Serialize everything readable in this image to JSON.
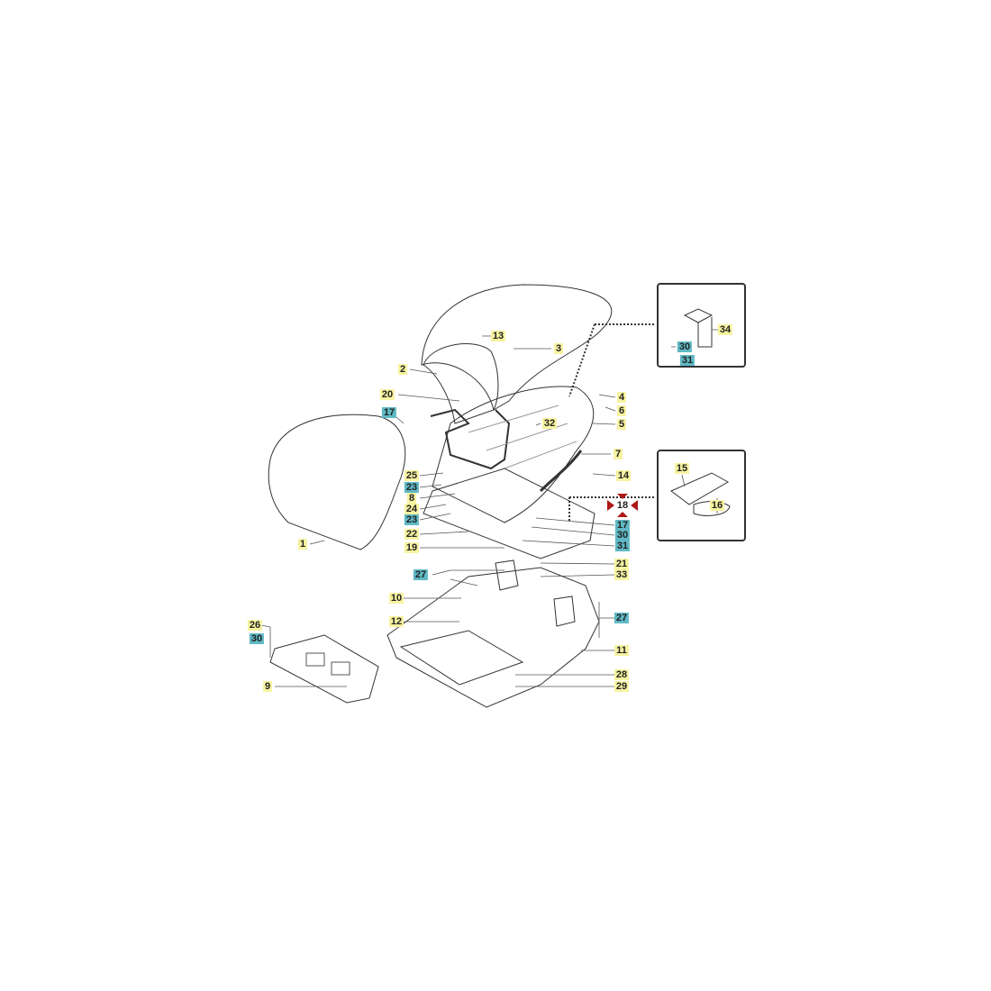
{
  "diagram": {
    "type": "exploded-parts-view",
    "colors": {
      "yellow_tag": "#f7f3a0",
      "teal_tag": "#5fb9c4",
      "highlight_marker": "#b01818",
      "line": "#333333"
    },
    "labels": [
      {
        "num": "13",
        "tag": "yellow"
      },
      {
        "num": "3",
        "tag": "yellow"
      },
      {
        "num": "2",
        "tag": "yellow"
      },
      {
        "num": "20",
        "tag": "yellow"
      },
      {
        "num": "17",
        "tag": "teal"
      },
      {
        "num": "32",
        "tag": "yellow"
      },
      {
        "num": "4",
        "tag": "yellow"
      },
      {
        "num": "6",
        "tag": "yellow"
      },
      {
        "num": "5",
        "tag": "yellow"
      },
      {
        "num": "7",
        "tag": "yellow"
      },
      {
        "num": "14",
        "tag": "yellow"
      },
      {
        "num": "25",
        "tag": "yellow"
      },
      {
        "num": "23",
        "tag": "teal"
      },
      {
        "num": "8",
        "tag": "yellow"
      },
      {
        "num": "24",
        "tag": "yellow"
      },
      {
        "num": "23",
        "tag": "teal"
      },
      {
        "num": "22",
        "tag": "yellow"
      },
      {
        "num": "19",
        "tag": "yellow"
      },
      {
        "num": "1",
        "tag": "yellow"
      },
      {
        "num": "18",
        "tag": "highlighted"
      },
      {
        "num": "17",
        "tag": "teal"
      },
      {
        "num": "30",
        "tag": "teal"
      },
      {
        "num": "31",
        "tag": "teal"
      },
      {
        "num": "21",
        "tag": "yellow"
      },
      {
        "num": "33",
        "tag": "yellow"
      },
      {
        "num": "27",
        "tag": "teal"
      },
      {
        "num": "10",
        "tag": "yellow"
      },
      {
        "num": "12",
        "tag": "yellow"
      },
      {
        "num": "27",
        "tag": "teal"
      },
      {
        "num": "11",
        "tag": "yellow"
      },
      {
        "num": "26",
        "tag": "yellow"
      },
      {
        "num": "30",
        "tag": "teal"
      },
      {
        "num": "9",
        "tag": "yellow"
      },
      {
        "num": "28",
        "tag": "yellow"
      },
      {
        "num": "29",
        "tag": "yellow"
      },
      {
        "num": "34",
        "tag": "yellow"
      },
      {
        "num": "30",
        "tag": "teal"
      },
      {
        "num": "31",
        "tag": "teal"
      },
      {
        "num": "15",
        "tag": "yellow"
      },
      {
        "num": "16",
        "tag": "yellow"
      }
    ]
  }
}
